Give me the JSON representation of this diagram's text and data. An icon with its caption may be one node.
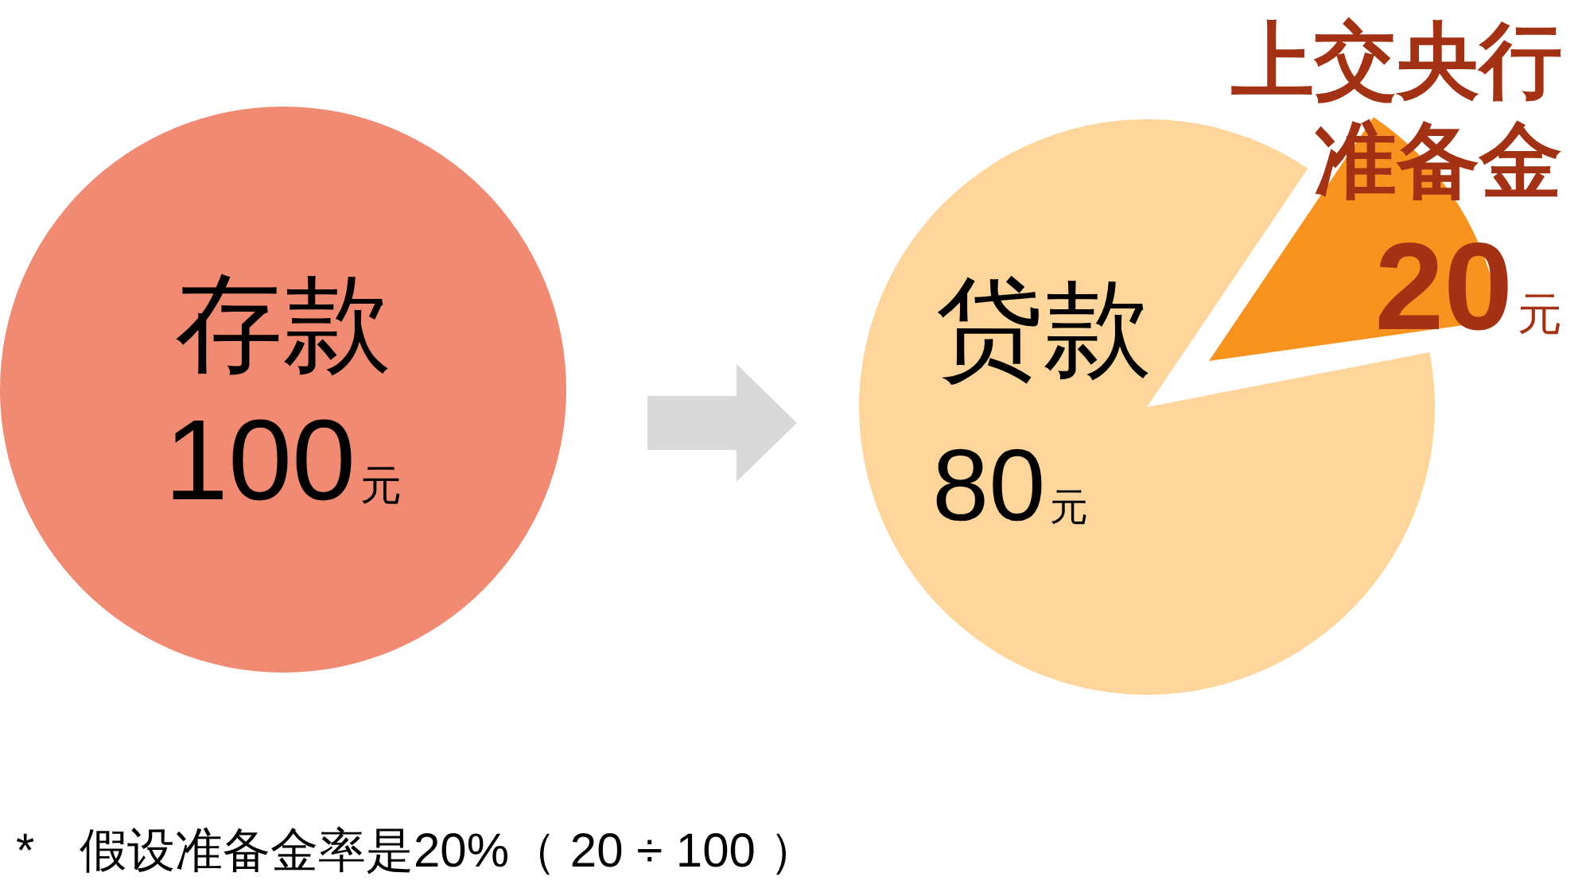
{
  "diagram": {
    "nodes": [
      {
        "text": [
          "存款",
          "100元"
        ]
      },
      {
        "text": [
          "贷款",
          "80元"
        ]
      },
      {
        "text": [
          "上交央行准备金",
          "20元"
        ]
      }
    ],
    "edges": [
      {
        "from": 0,
        "to": 1,
        "arrow": "to",
        "style": "thick"
      }
    ],
    "labels": [
      "*",
      "假设准备金率是20%（ 20 ÷ 100 ）"
    ]
  }
}
